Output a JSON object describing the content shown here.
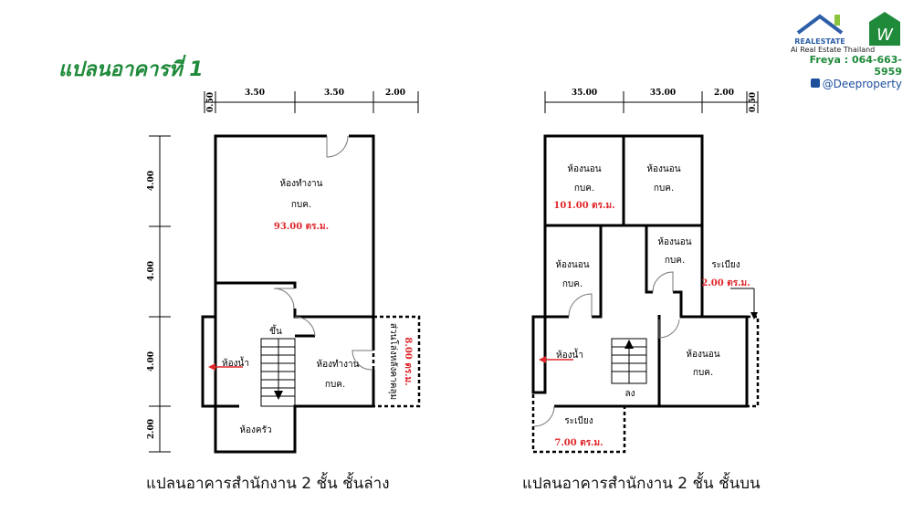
{
  "title": "แปลนอาคารที่ 1",
  "brand": {
    "logo_text": "REALESTATE",
    "logo_sub": "Ai Real Estate Thailand",
    "contact": "Freya : 064-663-5959",
    "handle": "@Deeproperty"
  },
  "ground": {
    "caption": "แปลนอาคารสำนักงาน 2 ชั้น ชั้นล่าง",
    "dims_top": [
      "0.50",
      "3.50",
      "3.50",
      "2.00"
    ],
    "dims_left": [
      "4.00",
      "4.00",
      "4.00",
      "2.00"
    ],
    "office1": "ห้องทำงาน",
    "office1_sub": "กบค.",
    "area": "93.00 ตร.ม.",
    "up": "ขึ้น",
    "bath": "ห้องน้ำ",
    "office2": "ห้องทำงาน",
    "office2_sub": "กบค.",
    "kitchen": "ห้องครัว",
    "open_area": "ส่วนโล่งหลังคาคลุม",
    "open_area_size": "8.00 ตร.ม."
  },
  "upper": {
    "caption": "แปลนอาคารสำนักงาน 2 ชั้น ชั้นบน",
    "dims_top": [
      "35.00",
      "35.00",
      "2.00",
      "0.50"
    ],
    "bed": "ห้องนอน",
    "sub": "กบค.",
    "area": "101.00 ตร.ม.",
    "balcony": "ระเบียง",
    "balcony1_size": "2.00 ตร.ม.",
    "balcony2_size": "7.00 ตร.ม.",
    "bath": "ห้องน้ำ",
    "down": "ลง"
  }
}
